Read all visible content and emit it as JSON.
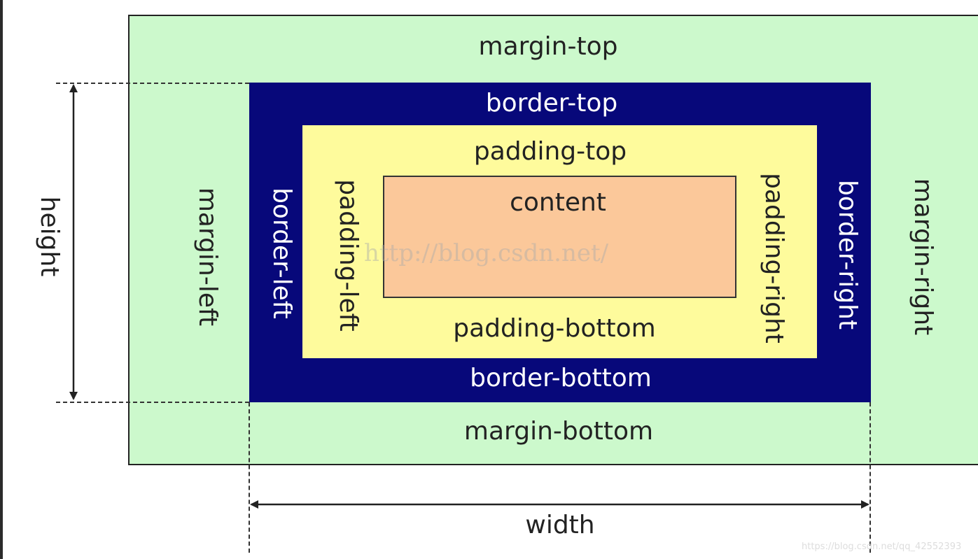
{
  "labels": {
    "margin_top": "margin-top",
    "margin_bottom": "margin-bottom",
    "margin_left": "margin-left",
    "margin_right": "margin-right",
    "border_top": "border-top",
    "border_bottom": "border-bottom",
    "border_left": "border-left",
    "border_right": "border-right",
    "padding_top": "padding-top",
    "padding_bottom": "padding-bottom",
    "padding_left": "padding-left",
    "padding_right": "padding-right",
    "content": "content",
    "height": "height",
    "width": "width"
  },
  "watermark": "http://blog.csdn.net/",
  "corner_watermark": "https://blog.csdn.net/qq_42552393",
  "colors": {
    "margin": "#ccf9cc",
    "border": "#07087a",
    "padding": "#fefb9c",
    "content": "#fbc89a"
  }
}
